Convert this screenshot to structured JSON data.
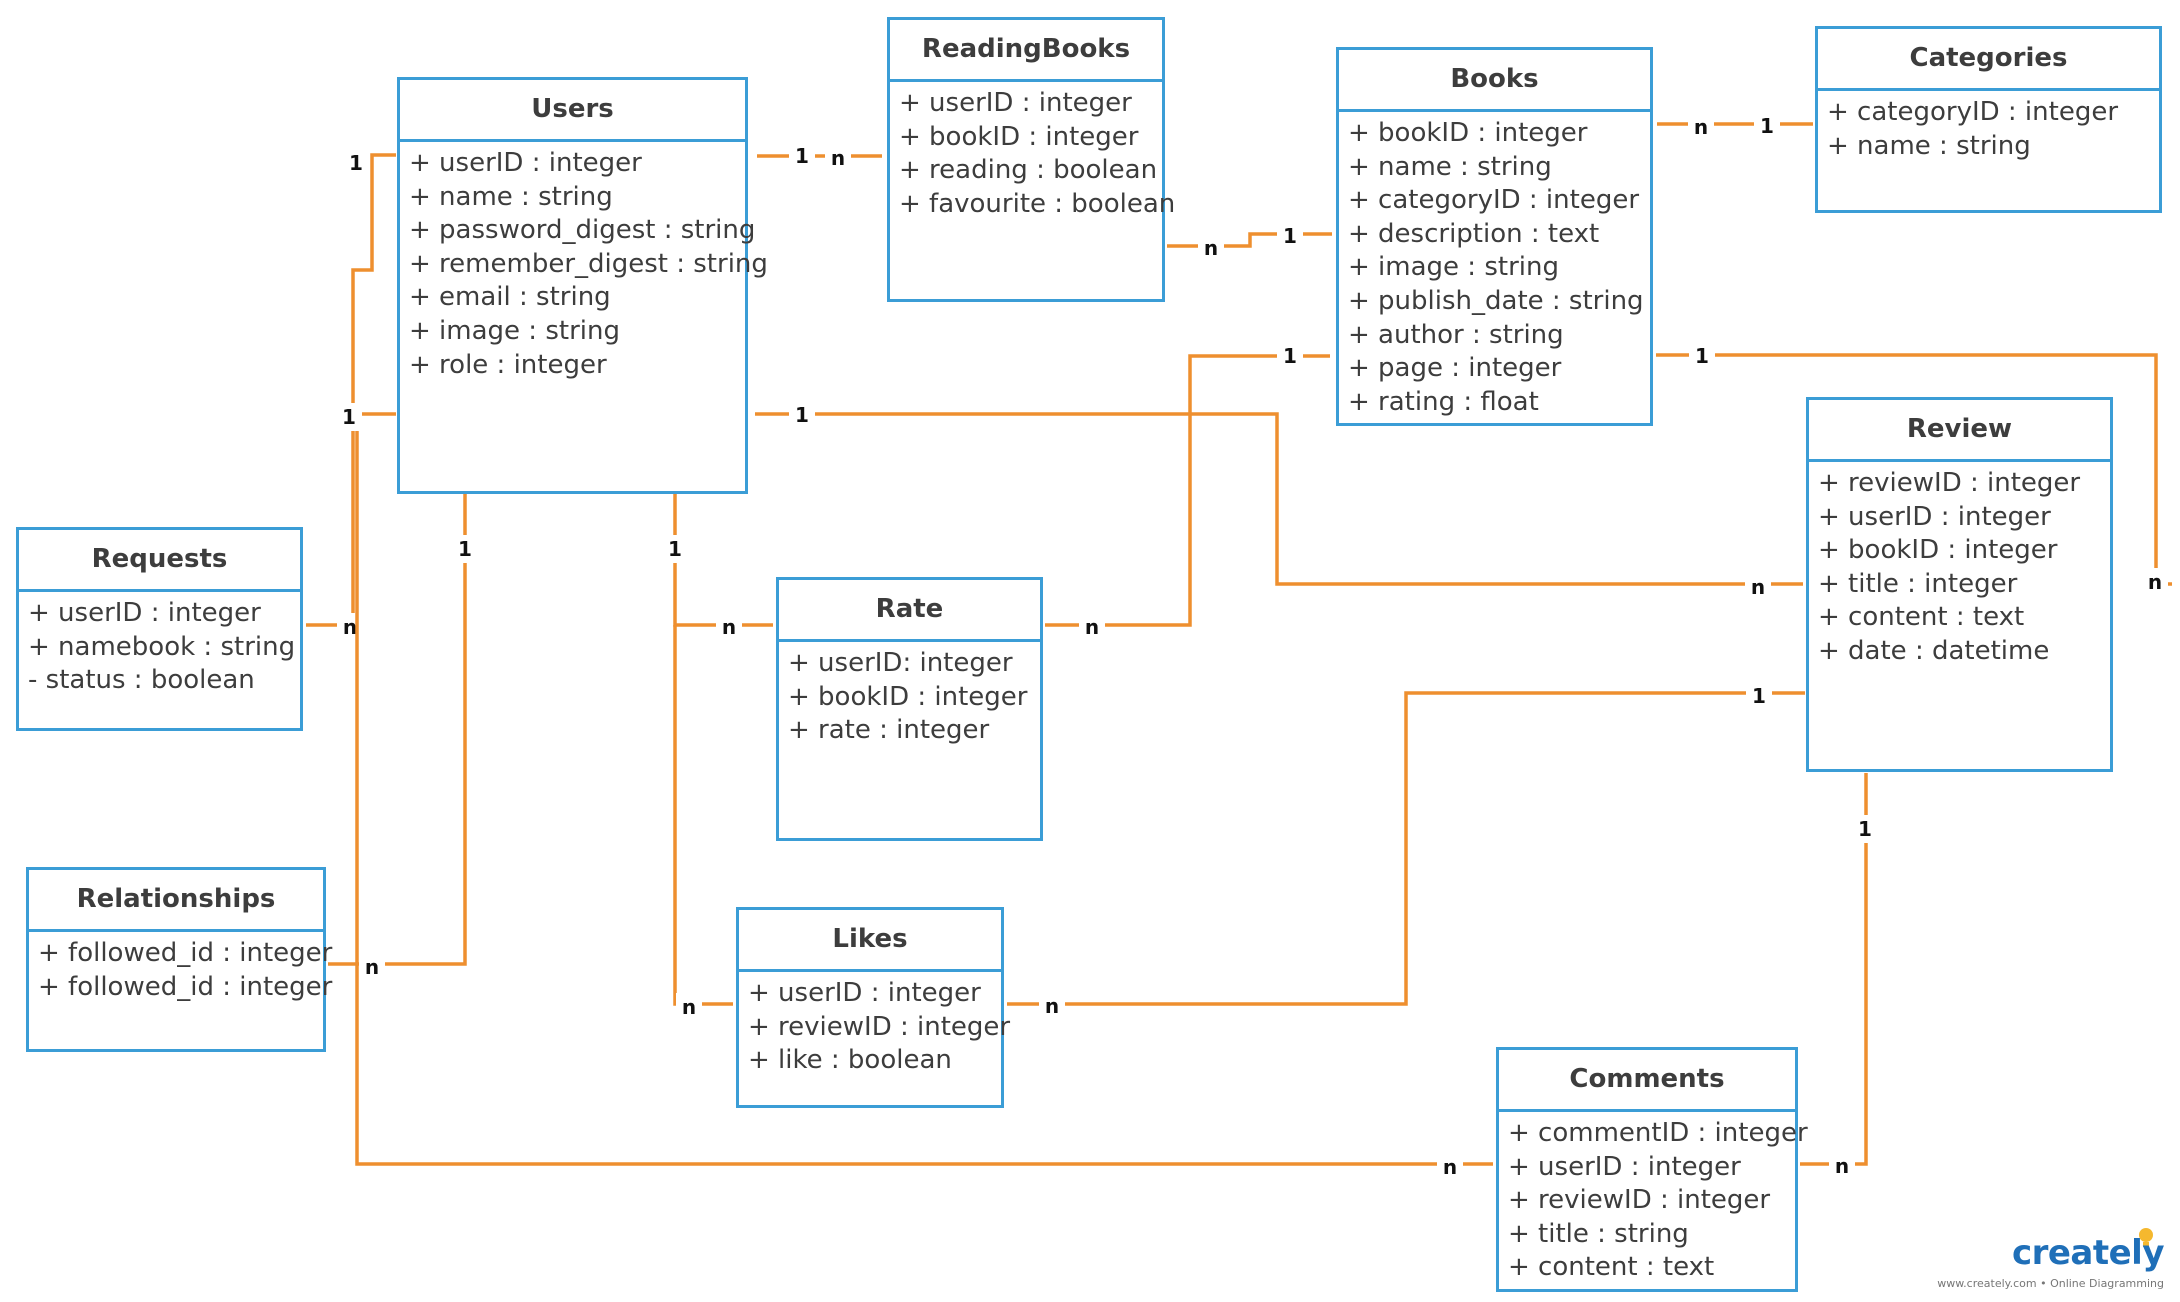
{
  "entities": [
    {
      "id": "users",
      "name": "Users",
      "attributes": [
        "+ userID : integer",
        "+ name : string",
        "+ password_digest : string",
        "+ remember_digest : string",
        "+ email : string",
        "+ image : string",
        "+ role : integer"
      ]
    },
    {
      "id": "reading-books",
      "name": "ReadingBooks",
      "attributes": [
        "+ userID : integer",
        "+ bookID : integer",
        "+ reading : boolean",
        "+ favourite : boolean"
      ]
    },
    {
      "id": "books",
      "name": "Books",
      "attributes": [
        "+ bookID : integer",
        "+ name : string",
        "+ categoryID : integer",
        "+ description : text",
        "+ image : string",
        "+ publish_date : string",
        "+ author : string",
        "+ page : integer",
        "+ rating : float"
      ]
    },
    {
      "id": "categories",
      "name": "Categories",
      "attributes": [
        "+ categoryID : integer",
        "+ name : string"
      ]
    },
    {
      "id": "review",
      "name": "Review",
      "attributes": [
        "+ reviewID : integer",
        "+ userID : integer",
        "+ bookID : integer",
        "+ title : integer",
        "+ content : text",
        "+ date : datetime"
      ]
    },
    {
      "id": "requests",
      "name": "Requests",
      "attributes": [
        "+ userID : integer",
        "+ namebook : string",
        "- status : boolean"
      ]
    },
    {
      "id": "rate",
      "name": "Rate",
      "attributes": [
        "+ userID: integer",
        "+ bookID : integer",
        "+ rate : integer"
      ]
    },
    {
      "id": "relationships",
      "name": "Relationships",
      "attributes": [
        "+ followed_id : integer",
        "+ followed_id : integer"
      ]
    },
    {
      "id": "likes",
      "name": "Likes",
      "attributes": [
        "+ userID : integer",
        "+ reviewID : integer",
        "+ like : boolean"
      ]
    },
    {
      "id": "comments",
      "name": "Comments",
      "attributes": [
        "+ commentID : integer",
        "+ userID : integer",
        "+ reviewID : integer",
        "+ title : string",
        "+ content : text"
      ]
    }
  ],
  "relationships": [
    {
      "from": "Users",
      "to": "ReadingBooks",
      "from_card": "1",
      "to_card": "n"
    },
    {
      "from": "ReadingBooks",
      "to": "Books",
      "from_card": "n",
      "to_card": "1"
    },
    {
      "from": "Books",
      "to": "Categories",
      "from_card": "n",
      "to_card": "1"
    },
    {
      "from": "Users",
      "to": "Review",
      "from_card": "1",
      "to_card": "n"
    },
    {
      "from": "Books",
      "to": "Rate",
      "from_card": "1",
      "to_card": "n"
    },
    {
      "from": "Books",
      "to": "Review",
      "from_card": "1",
      "to_card": "n"
    },
    {
      "from": "Users",
      "to": "Requests",
      "from_card": "1",
      "to_card": "n"
    },
    {
      "from": "Users",
      "to": "Relationships",
      "from_card": "1",
      "to_card": "n"
    },
    {
      "from": "Users",
      "to": "Rate",
      "from_card": "1",
      "to_card": "n"
    },
    {
      "from": "Users",
      "to": "Likes",
      "from_card": "1",
      "to_card": "n"
    },
    {
      "from": "Review",
      "to": "Likes",
      "from_card": "1",
      "to_card": "n"
    },
    {
      "from": "Review",
      "to": "Comments",
      "from_card": "1",
      "to_card": "n"
    },
    {
      "from": "Users",
      "to": "Comments",
      "from_card": "1",
      "to_card": "n"
    }
  ],
  "colors": {
    "entity_border": "#3b9dd6",
    "connector": "#ee8f2f",
    "text": "#3d3d3d",
    "brand": "#1f6fb8",
    "bulb": "#f5b82e"
  },
  "watermark": {
    "brand": "creately",
    "tagline": "www.creately.com • Online Diagramming",
    "icon": "lightbulb-icon"
  }
}
